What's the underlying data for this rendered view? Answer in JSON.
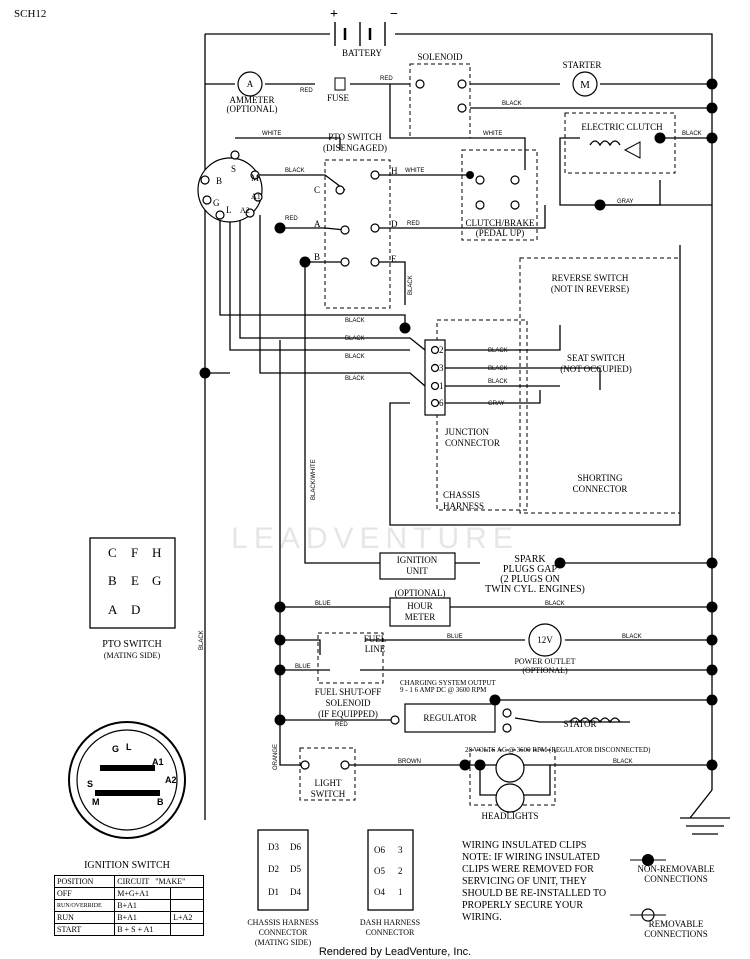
{
  "header": {
    "code": "SCH12"
  },
  "labels": {
    "battery": "BATTERY",
    "plus": "+",
    "minus": "−",
    "solenoid": "SOLENOID",
    "starter": "STARTER",
    "motor": "M",
    "ammeter": "AMMETER",
    "ammeter_opt": "(OPTIONAL)",
    "ammeter_a": "A",
    "fuse": "FUSE",
    "pto_switch": "PTO SWITCH",
    "pto_disengaged": "(DISENGAGED)",
    "electric_clutch": "ELECTRIC CLUTCH",
    "clutch_brake": "CLUTCH/BRAKE",
    "pedal_up": "(PEDAL UP)",
    "reverse_switch": "REVERSE SWITCH",
    "not_in_reverse": "(NOT IN REVERSE)",
    "seat_switch": "SEAT SWITCH",
    "not_occupied": "(NOT OCCUPIED)",
    "junction": "JUNCTION",
    "connector": "CONNECTOR",
    "shorting": "SHORTING",
    "shorting2": "CONNECTOR",
    "chassis": "CHASSIS",
    "harness": "HARNESS",
    "ignition_unit1": "IGNITION",
    "ignition_unit2": "UNIT",
    "spark1": "SPARK",
    "spark2": "PLUGS GAP",
    "spark3": "(2 PLUGS ON",
    "spark4": "TWIN CYL. ENGINES)",
    "optional": "(OPTIONAL)",
    "hour1": "HOUR",
    "hour2": "METER",
    "outlet_v": "12V",
    "outlet1": "POWER OUTLET",
    "outlet2": "(OPTIONAL)",
    "fuel1": "FUEL",
    "fuel2": "LINE",
    "fso1": "FUEL SHUT-OFF",
    "fso2": "SOLENOID",
    "fso3": "(IF EQUIPPED)",
    "charging1": "CHARGING SYSTEM OUTPUT",
    "charging2": "9 - 1 6 AMP DC @ 3600 RPM",
    "regulator": "REGULATOR",
    "stator": "STATOR",
    "volts": "28 VOLTS AC @ 3600 RPM (REGULATOR DISCONNECTED)",
    "light1": "LIGHT",
    "light2": "SWITCH",
    "headlights": "HEADLIGHTS",
    "pto_mating1": "PTO SWITCH",
    "pto_mating2": "(MATING SIDE)",
    "ignition_switch": "IGNITION SWITCH",
    "chassis_conn1": "CHASSIS HARNESS",
    "chassis_conn2": "CONNECTOR",
    "chassis_conn3": "(MATING SIDE)",
    "dash_conn1": "DASH HARNESS",
    "dash_conn2": "CONNECTOR",
    "note1": "WIRING INSULATED CLIPS",
    "note2": "NOTE:  IF WIRING INSULATED",
    "note3": "CLIPS WERE REMOVED FOR",
    "note4": "SERVICING OF UNIT, THEY",
    "note5": "SHOULD BE RE-INSTALLED TO",
    "note6": "PROPERLY SECURE YOUR",
    "note7": "WIRING.",
    "nonrem1": "NON-REMOVABLE",
    "nonrem2": "CONNECTIONS",
    "rem1": "REMOVABLE",
    "rem2": "CONNECTIONS",
    "footer": "Rendered by LeadVenture, Inc.",
    "watermark": "LEADVENTURE"
  },
  "wires": {
    "red": "RED",
    "black": "BLACK",
    "white": "WHITE",
    "gray": "GRAY",
    "blue": "BLUE",
    "orange": "ORANGE",
    "brown": "BROWN",
    "black_white": "BLACK/WHITE"
  },
  "terminals": {
    "c": "C",
    "h": "H",
    "a": "A",
    "d": "D",
    "b": "B",
    "e": "E",
    "s": "S",
    "m": "M",
    "a1": "A1",
    "a2": "A2",
    "l": "L",
    "g": "G",
    "j2": "2",
    "j3": "3",
    "j1": "1",
    "j6": "6"
  },
  "pto_grid": [
    [
      "C",
      "F",
      "H"
    ],
    [
      "B",
      "E",
      "G"
    ],
    [
      "A",
      "D"
    ]
  ],
  "ign_keys": {
    "g": "G",
    "l": "L",
    "a1": "A1",
    "a2": "A2",
    "s": "S",
    "m": "M",
    "b": "B"
  },
  "chassis_pins": [
    "D3",
    "D6",
    "D2",
    "D5",
    "D1",
    "D4"
  ],
  "dash_pins": [
    "O6",
    "3",
    "O5",
    "2",
    "O4",
    "1"
  ],
  "ign_table": {
    "headers": [
      "POSITION",
      "CIRCUIT",
      "\"MAKE\""
    ],
    "rows": [
      [
        "OFF",
        "M+G+A1",
        ""
      ],
      [
        "RUN/OVERRIDE",
        "B+A1",
        ""
      ],
      [
        "RUN",
        "B+A1",
        "L+A2"
      ],
      [
        "START",
        "B + S + A1",
        ""
      ]
    ]
  }
}
